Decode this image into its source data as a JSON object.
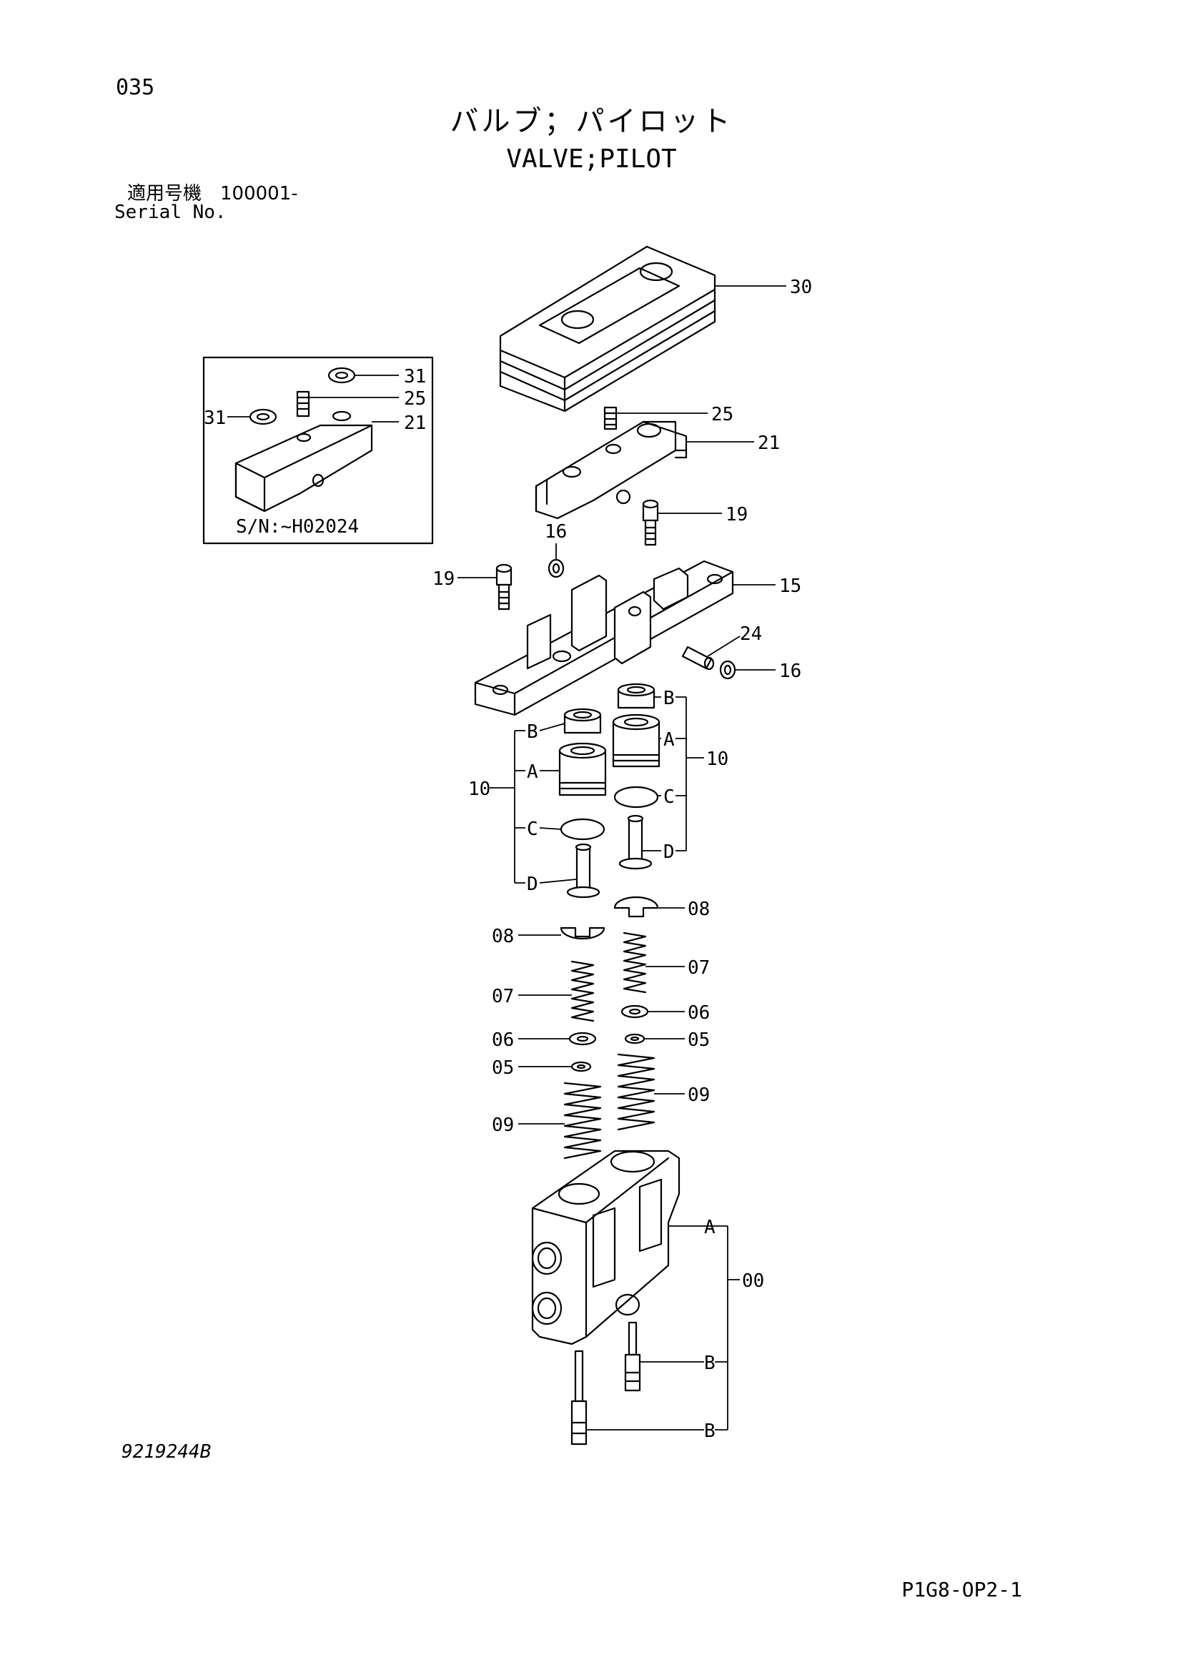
{
  "header": {
    "page_number": "035",
    "title_jp": "バルブ；パイロット",
    "title_en": "VALVE;PILOT",
    "serial_label_jp": "適用号機　100001-",
    "serial_label_en": "Serial No."
  },
  "inset": {
    "serial_note": "S/N:~H02024",
    "callouts": [
      "31",
      "25",
      "31",
      "21"
    ]
  },
  "callouts": {
    "c30": "30",
    "c25": "25",
    "c21": "21",
    "c19a": "19",
    "c16a": "16",
    "c19b": "19",
    "c15": "15",
    "c24": "24",
    "c16b": "16",
    "c10l": "10",
    "c10r": "10",
    "lB": "B",
    "lA": "A",
    "lC": "C",
    "lD": "D",
    "rB": "B",
    "rA": "A",
    "rC": "C",
    "rD": "D",
    "c08l": "08",
    "c08r": "08",
    "c07l": "07",
    "c07r": "07",
    "c06l": "06",
    "c06r": "06",
    "c05l": "05",
    "c05r": "05",
    "c09l": "09",
    "c09r": "09",
    "c00": "00",
    "bA": "A",
    "bB1": "B",
    "bB2": "B"
  },
  "footer": {
    "drawing_number": "9219244B",
    "sheet_code": "P1G8-OP2-1"
  }
}
